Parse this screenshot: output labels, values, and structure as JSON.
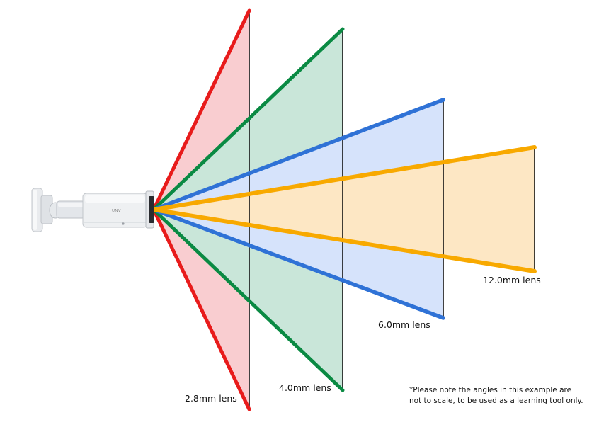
{
  "camera": {
    "brand_text": "UNV"
  },
  "lenses": [
    {
      "id": "lens-2-8mm",
      "label": "2.8mm lens",
      "color": "#e81b1b",
      "fill": "#f9cdd0"
    },
    {
      "id": "lens-4-0mm",
      "label": "4.0mm lens",
      "color": "#0a8a43",
      "fill": "#c9e6d9"
    },
    {
      "id": "lens-6-0mm",
      "label": "6.0mm lens",
      "color": "#2f72d6",
      "fill": "#d6e3fb"
    },
    {
      "id": "lens-12-0mm",
      "label": "12.0mm lens",
      "color": "#f8a900",
      "fill": "#fde7c4"
    }
  ],
  "note": {
    "line1": "*Please note the angles in this example are",
    "line2": "not to scale, to be used as a learning tool only."
  }
}
